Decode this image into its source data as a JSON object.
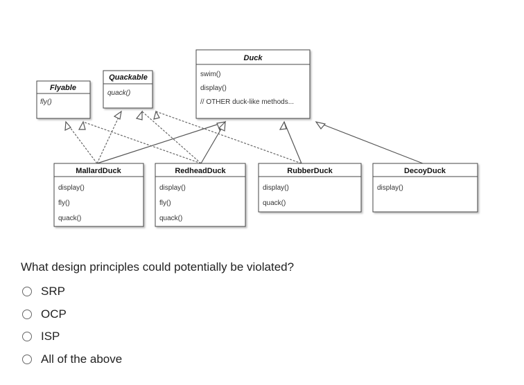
{
  "diagram": {
    "classes": {
      "flyable": {
        "name": "Flyable",
        "methods": [
          "fly()"
        ]
      },
      "quackable": {
        "name": "Quackable",
        "methods": [
          "quack()"
        ]
      },
      "duck": {
        "name": "Duck",
        "methods": [
          "swim()",
          "display()",
          "// OTHER duck-like methods..."
        ]
      },
      "mallard": {
        "name": "MallardDuck",
        "methods": [
          "display()",
          "fly()",
          "quack()"
        ]
      },
      "redhead": {
        "name": "RedheadDuck",
        "methods": [
          "display()",
          "fly()",
          "quack()"
        ]
      },
      "rubber": {
        "name": "RubberDuck",
        "methods": [
          "display()",
          "quack()"
        ]
      },
      "decoy": {
        "name": "DecoyDuck",
        "methods": [
          "display()"
        ]
      }
    }
  },
  "question": {
    "text": "What design principles could potentially be violated?",
    "options": [
      "SRP",
      "OCP",
      "ISP",
      "All of the above"
    ]
  }
}
